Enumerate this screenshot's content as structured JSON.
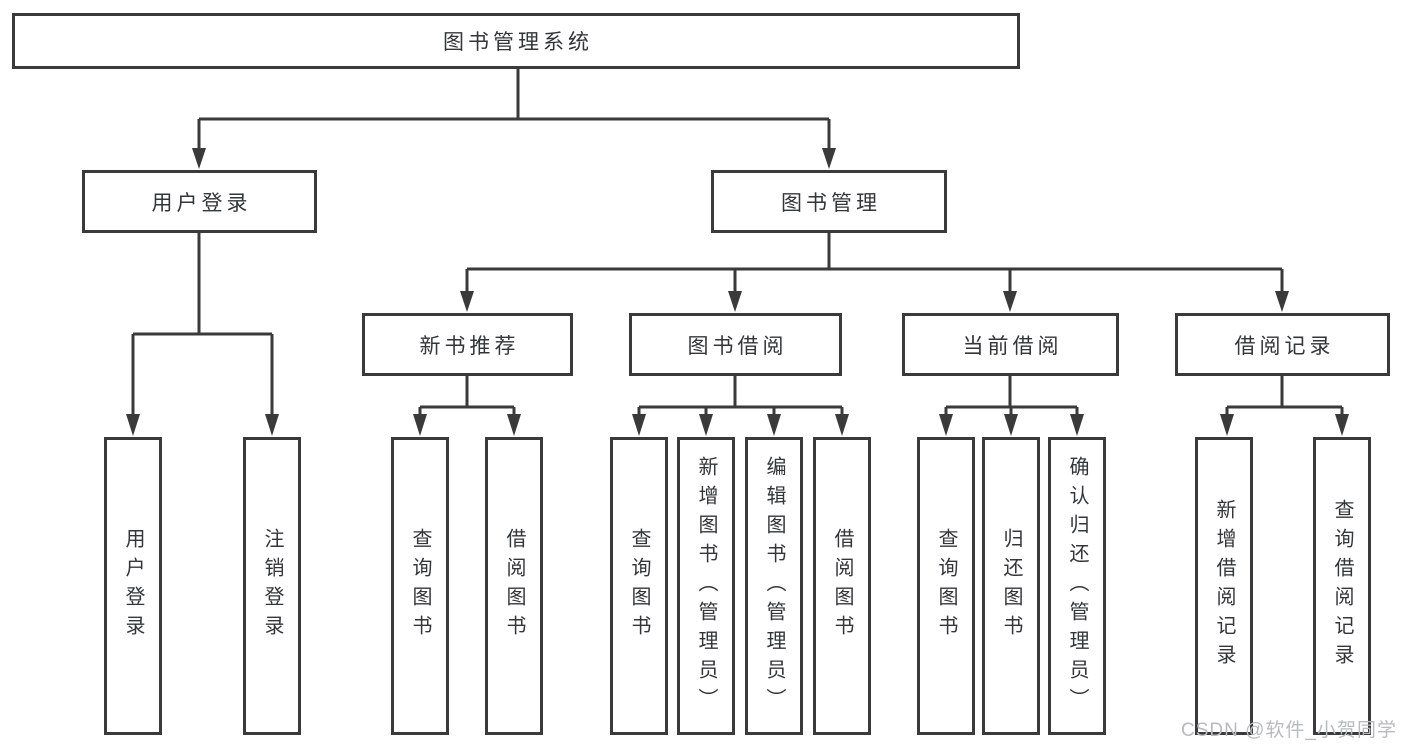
{
  "diagram": {
    "root": {
      "label": "图书管理系统"
    },
    "branches": [
      {
        "label": "用户登录",
        "children": [
          {
            "label": "用户登录"
          },
          {
            "label": "注销登录"
          }
        ]
      },
      {
        "label": "图书管理",
        "children": [
          {
            "label": "新书推荐",
            "children": [
              {
                "label": "查询图书"
              },
              {
                "label": "借阅图书"
              }
            ]
          },
          {
            "label": "图书借阅",
            "children": [
              {
                "label": "查询图书"
              },
              {
                "label": "新增图书（管理员）"
              },
              {
                "label": "编辑图书（管理员）"
              },
              {
                "label": "借阅图书"
              }
            ]
          },
          {
            "label": "当前借阅",
            "children": [
              {
                "label": "查询图书"
              },
              {
                "label": "归还图书"
              },
              {
                "label": "确认归还（管理员）"
              }
            ]
          },
          {
            "label": "借阅记录",
            "children": [
              {
                "label": "新增借阅记录"
              },
              {
                "label": "查询借阅记录"
              }
            ]
          }
        ]
      }
    ],
    "line_color": "#3a3a3a",
    "box_background": "#ffffff"
  },
  "watermark": {
    "text": "CSDN @软件_小贺同学"
  }
}
